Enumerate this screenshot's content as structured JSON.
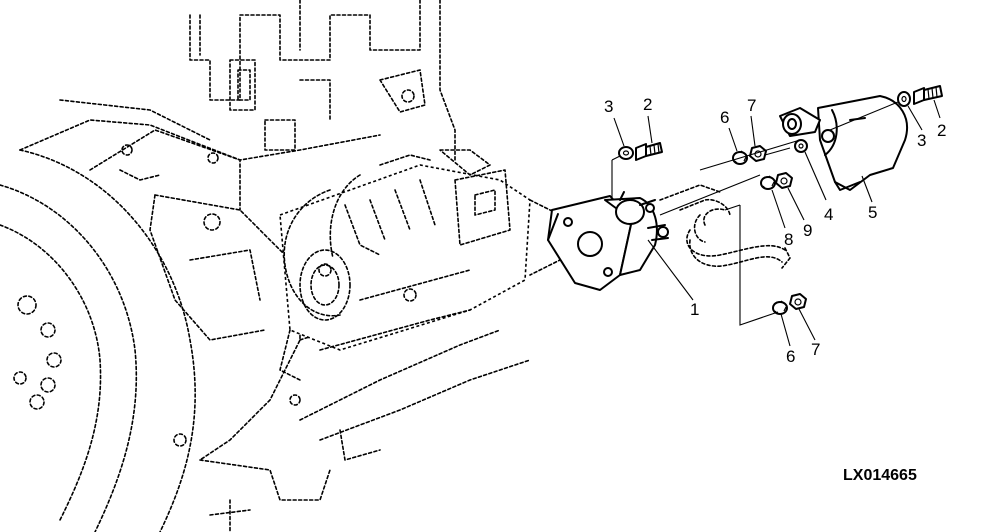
{
  "figure_id": "LX014665",
  "callouts": {
    "c1": "1",
    "c2a": "2",
    "c2b": "2",
    "c3a": "3",
    "c3b": "3",
    "c4": "4",
    "c5": "5",
    "c6a": "6",
    "c6b": "6",
    "c7a": "7",
    "c7b": "7",
    "c8": "8",
    "c9": "9"
  }
}
